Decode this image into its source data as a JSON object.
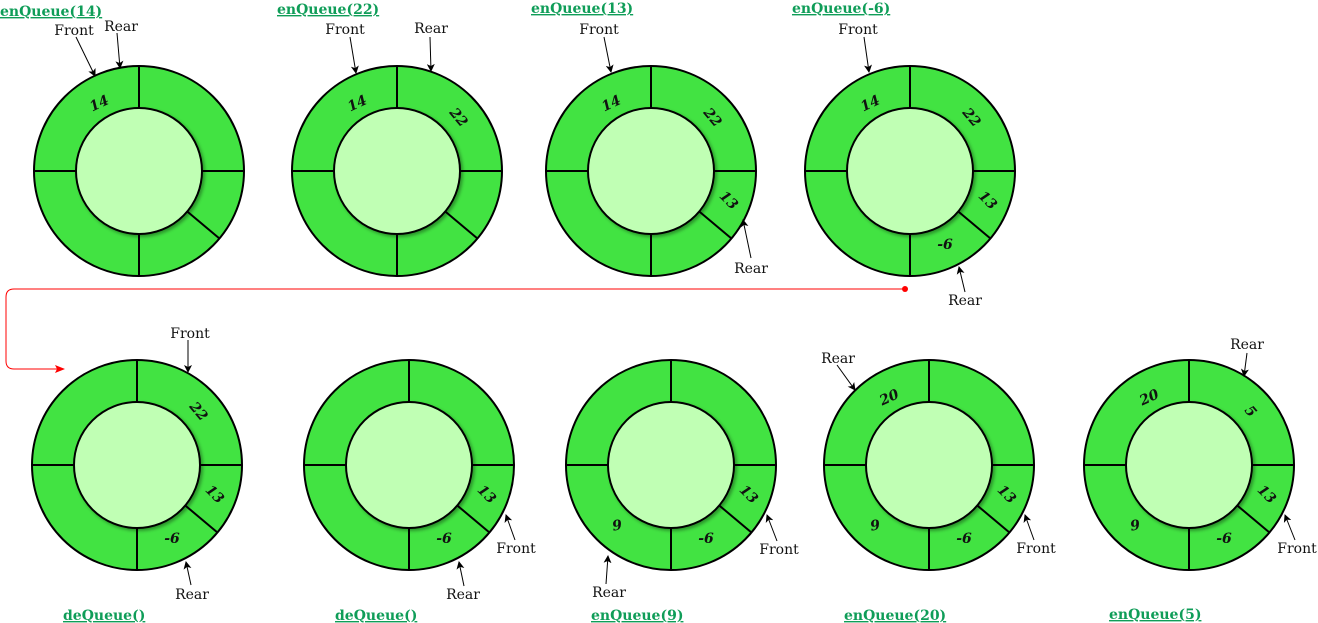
{
  "colors": {
    "ring": "#42e342",
    "inner": "#c0ffb4",
    "title": "#0f9d58",
    "connector": "#ff0000"
  },
  "steps": [
    {
      "title": "enQueue(14)",
      "slots": [
        "14",
        "",
        "",
        "",
        ""
      ],
      "front": "Front",
      "rear": "Rear"
    },
    {
      "title": "enQueue(22)",
      "slots": [
        "14",
        "22",
        "",
        "",
        ""
      ],
      "front": "Front",
      "rear": "Rear"
    },
    {
      "title": "enQueue(13)",
      "slots": [
        "14",
        "22",
        "13",
        "",
        ""
      ],
      "front": "Front",
      "rear": "Rear"
    },
    {
      "title": "enQueue(-6)",
      "slots": [
        "14",
        "22",
        "13",
        "-6",
        ""
      ],
      "front": "Front",
      "rear": "Rear"
    },
    {
      "title": "deQueue()",
      "slots": [
        "",
        "22",
        "13",
        "-6",
        ""
      ],
      "front": "Front",
      "rear": "Rear"
    },
    {
      "title": "deQueue()",
      "slots": [
        "",
        "",
        "13",
        "-6",
        ""
      ],
      "front": "Front",
      "rear": "Rear"
    },
    {
      "title": "enQueue(9)",
      "slots": [
        "",
        "",
        "13",
        "-6",
        "9"
      ],
      "front": "Front",
      "rear": "Rear"
    },
    {
      "title": "enQueue(20)",
      "slots": [
        "20",
        "",
        "13",
        "-6",
        "9"
      ],
      "front": "Front",
      "rear": "Rear"
    },
    {
      "title": "enQueue(5)",
      "slots": [
        "20",
        "5",
        "13",
        "-6",
        "9"
      ],
      "front": "Front",
      "rear": "Rear"
    }
  ]
}
